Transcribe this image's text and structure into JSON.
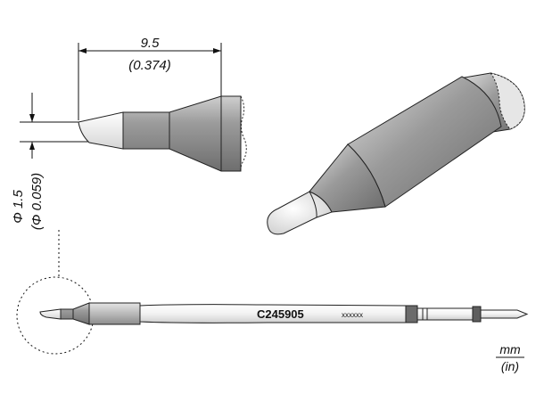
{
  "dimensions": {
    "length_mm": "9.5",
    "length_in": "(0.374)",
    "diameter_mm": "Φ 1.5",
    "diameter_in": "(Φ 0.059)"
  },
  "part": {
    "number": "C245905",
    "code": "xxxxxx"
  },
  "units": {
    "primary": "mm",
    "secondary": "(in)"
  }
}
